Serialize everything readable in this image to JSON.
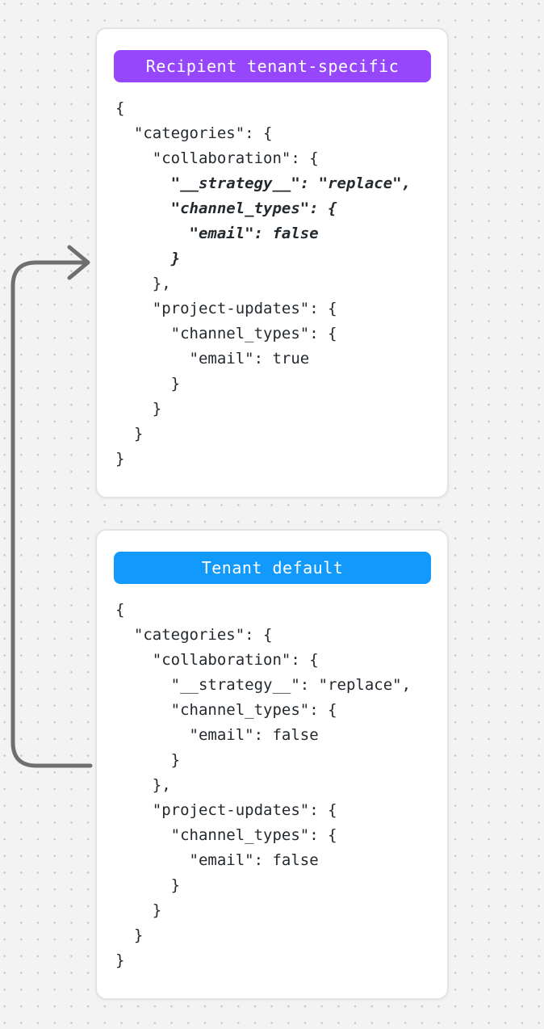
{
  "page": {
    "background_color": "#f4f3f4",
    "dot_color": "#c7c7c7",
    "code_text_color": "#24292e",
    "card_border_color": "#e3e3e5"
  },
  "arrow": {
    "description": "curved arrow from tenant-default card pointing to recipient tenant-specific card",
    "color": "#6f6f6f"
  },
  "cards": [
    {
      "badge": {
        "label": "Recipient tenant-specific",
        "color": "#9747fb",
        "text_color": "#ffffff"
      },
      "code_lines": [
        {
          "text": "{",
          "emphasis": false
        },
        {
          "text": "  \"categories\": {",
          "emphasis": false
        },
        {
          "text": "    \"collaboration\": {",
          "emphasis": false
        },
        {
          "text": "      \"__strategy__\": \"replace\",",
          "emphasis": true
        },
        {
          "text": "      \"channel_types\": {",
          "emphasis": true
        },
        {
          "text": "        \"email\": false",
          "emphasis": true
        },
        {
          "text": "      }",
          "emphasis": true
        },
        {
          "text": "    },",
          "emphasis": false
        },
        {
          "text": "    \"project-updates\": {",
          "emphasis": false
        },
        {
          "text": "      \"channel_types\": {",
          "emphasis": false
        },
        {
          "text": "        \"email\": true",
          "emphasis": false
        },
        {
          "text": "      }",
          "emphasis": false
        },
        {
          "text": "    }",
          "emphasis": false
        },
        {
          "text": "  }",
          "emphasis": false
        },
        {
          "text": "}",
          "emphasis": false
        }
      ]
    },
    {
      "badge": {
        "label": "Tenant default",
        "color": "#1199fb",
        "text_color": "#ffffff"
      },
      "code_lines": [
        {
          "text": "{",
          "emphasis": false
        },
        {
          "text": "  \"categories\": {",
          "emphasis": false
        },
        {
          "text": "    \"collaboration\": {",
          "emphasis": false
        },
        {
          "text": "      \"__strategy__\": \"replace\",",
          "emphasis": false
        },
        {
          "text": "      \"channel_types\": {",
          "emphasis": false
        },
        {
          "text": "        \"email\": false",
          "emphasis": false
        },
        {
          "text": "      }",
          "emphasis": false
        },
        {
          "text": "    },",
          "emphasis": false
        },
        {
          "text": "    \"project-updates\": {",
          "emphasis": false
        },
        {
          "text": "      \"channel_types\": {",
          "emphasis": false
        },
        {
          "text": "        \"email\": false",
          "emphasis": false
        },
        {
          "text": "      }",
          "emphasis": false
        },
        {
          "text": "    }",
          "emphasis": false
        },
        {
          "text": "  }",
          "emphasis": false
        },
        {
          "text": "}",
          "emphasis": false
        }
      ]
    }
  ]
}
